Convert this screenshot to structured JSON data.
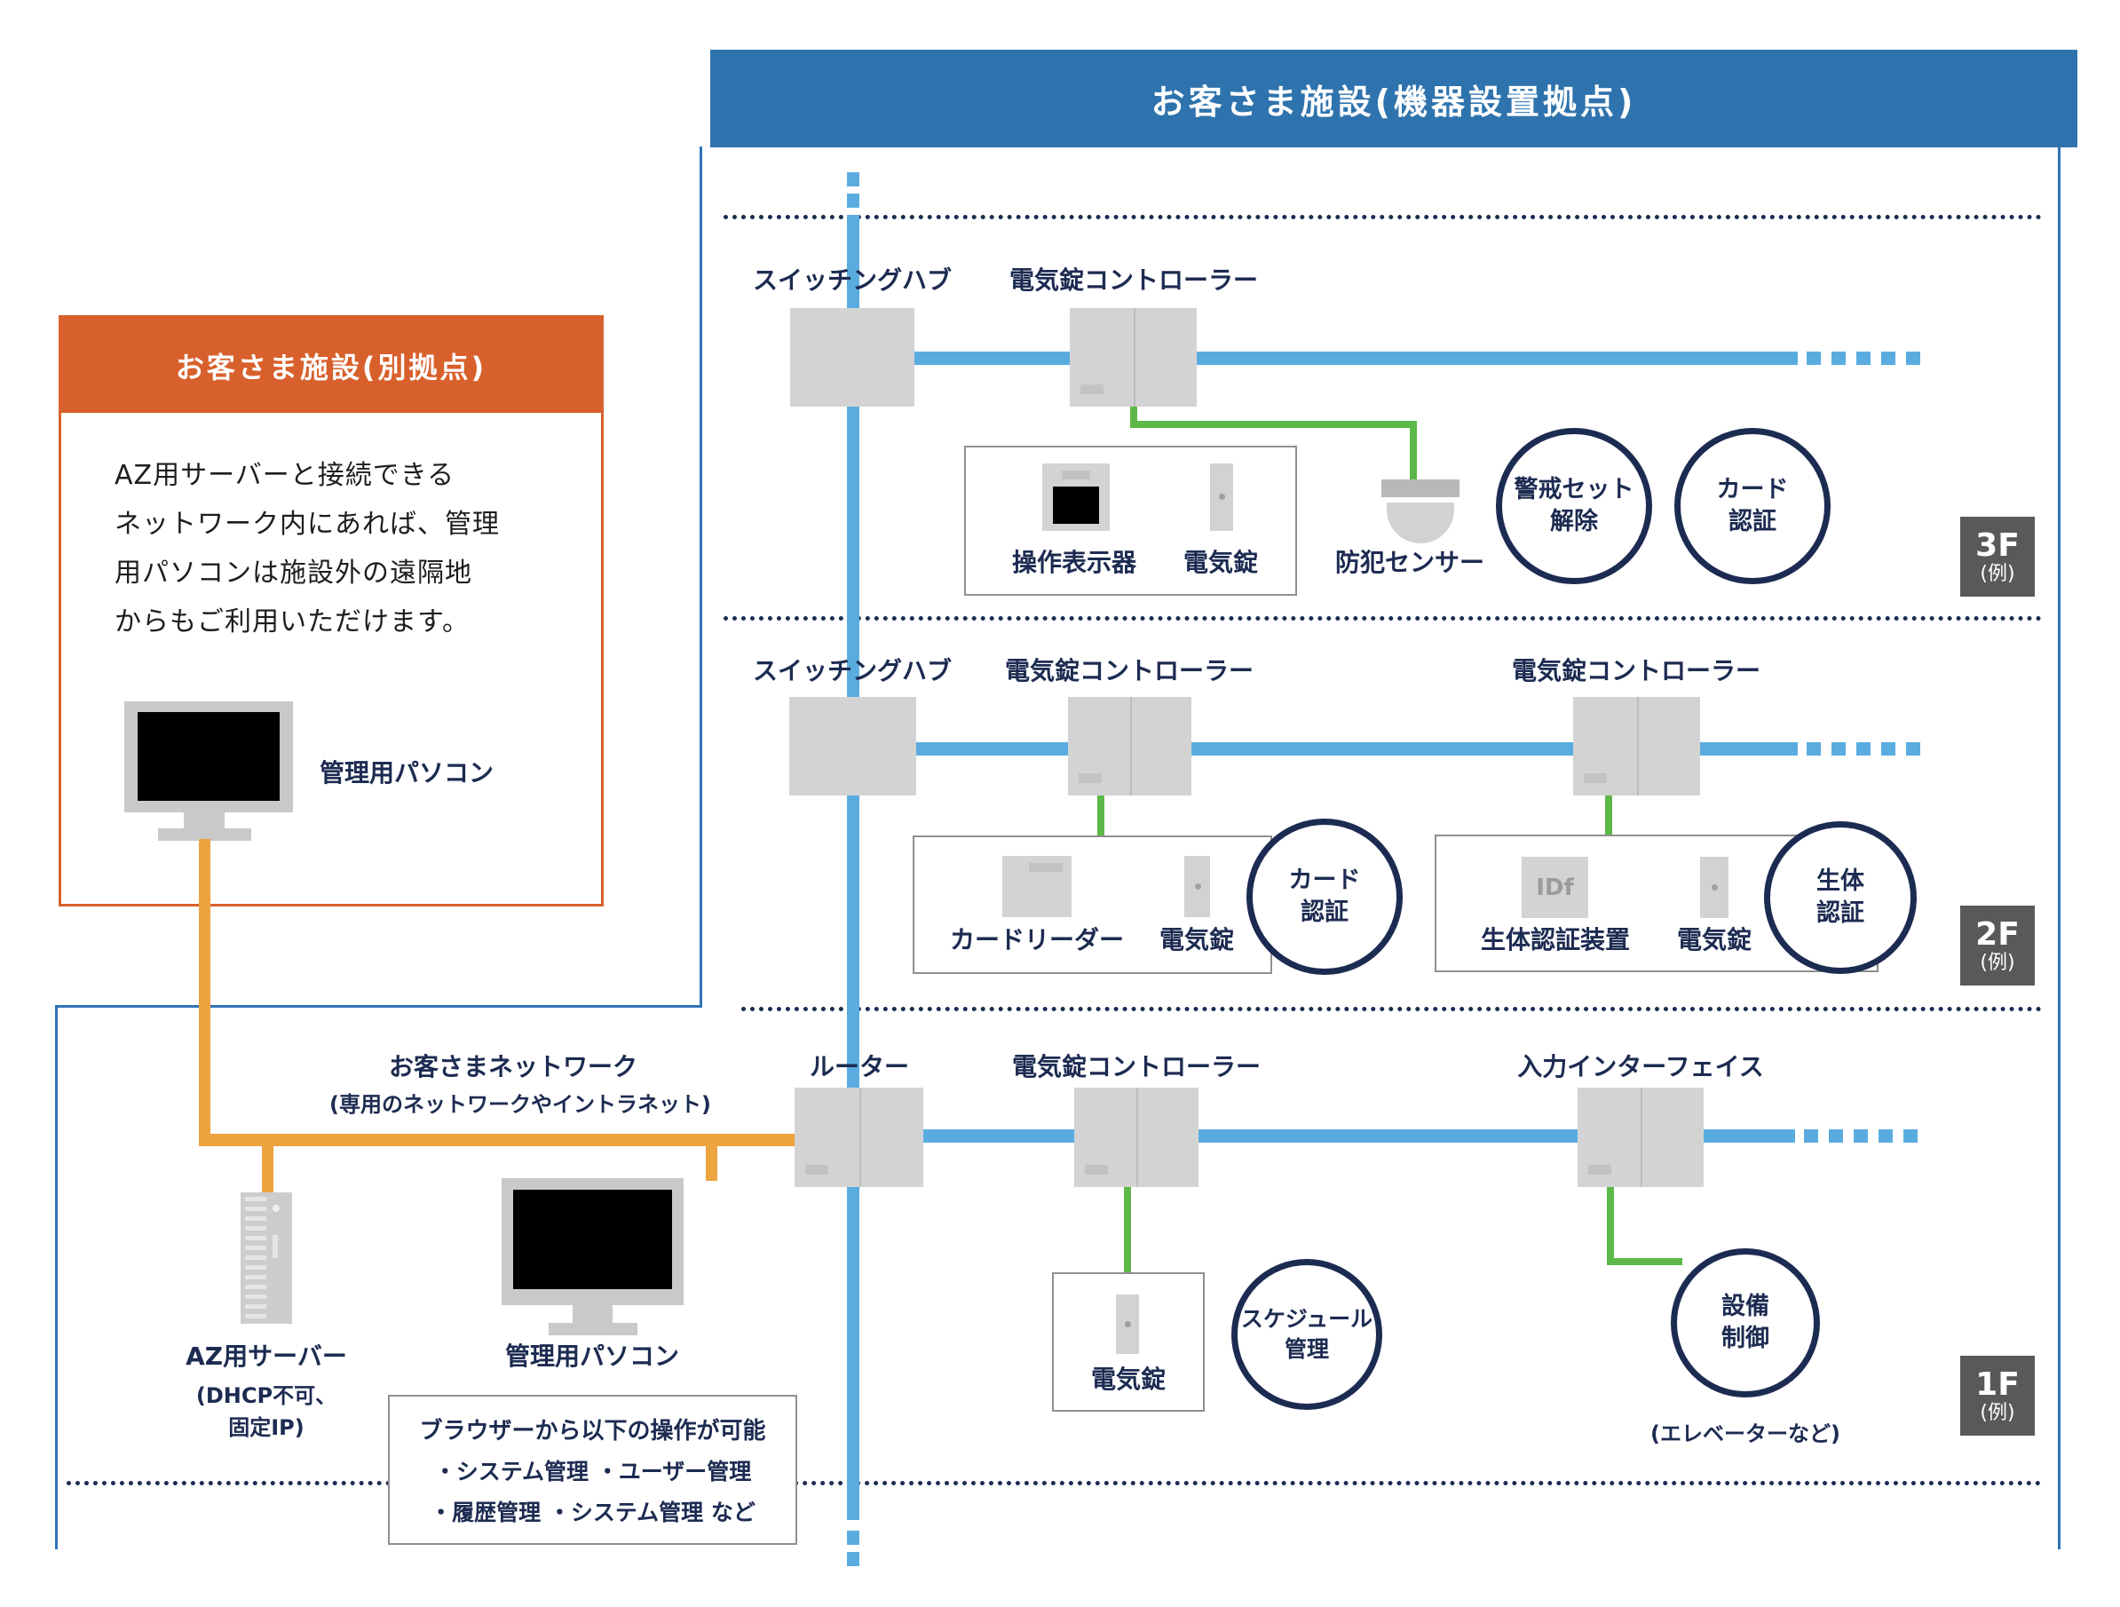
{
  "header": {
    "title": "お客さま施設(機器設置拠点)"
  },
  "remote_site": {
    "title": "お客さま施設(別拠点)",
    "description_lines": [
      "AZ用サーバーと接続できる",
      "ネットワーク内にあれば、管理",
      "用パソコンは施設外の遠隔地",
      "からもご利用いただけます。"
    ],
    "pc_label": "管理用パソコン"
  },
  "floor3": {
    "hub_label": "スイッチングハブ",
    "controller_label": "電気錠コントローラー",
    "display_label": "操作表示器",
    "lock_label": "電気錠",
    "sensor_label": "防犯センサー",
    "circle_arm": [
      "警戒セット",
      "解除"
    ],
    "circle_card": [
      "カード",
      "認証"
    ],
    "badge": "3F",
    "badge_note": "(例)"
  },
  "floor2": {
    "hub_label": "スイッチングハブ",
    "controller_left_label": "電気錠コントローラー",
    "controller_right_label": "電気錠コントローラー",
    "card_reader_label": "カードリーダー",
    "lock_left_label": "電気錠",
    "circle_card": [
      "カード",
      "認証"
    ],
    "bio_device_text": "IDf",
    "bio_device_label": "生体認証装置",
    "lock_right_label": "電気錠",
    "circle_bio": [
      "生体",
      "認証"
    ],
    "badge": "2F",
    "badge_note": "(例)"
  },
  "floor1": {
    "network_label": "お客さまネットワーク",
    "network_sub_label": "(専用のネットワークやイントラネット)",
    "router_label": "ルーター",
    "controller_label": "電気錠コントローラー",
    "interface_label": "入力インターフェイス",
    "lock_label": "電気錠",
    "circle_schedule": [
      "スケジュール",
      "管理"
    ],
    "circle_facility": [
      "設備",
      "制御"
    ],
    "elevator_note": "(エレベーターなど)",
    "badge": "1F",
    "badge_note": "(例)"
  },
  "bottom": {
    "server_label": "AZ用サーバー",
    "server_note_lines": [
      "(DHCP不可、",
      "固定IP)"
    ],
    "pc_label": "管理用パソコン",
    "browser_box_lines": [
      "ブラウザーから以下の操作が可能",
      "・システム管理 ・ユーザー管理",
      "・履歴管理 ・システム管理 など"
    ]
  }
}
